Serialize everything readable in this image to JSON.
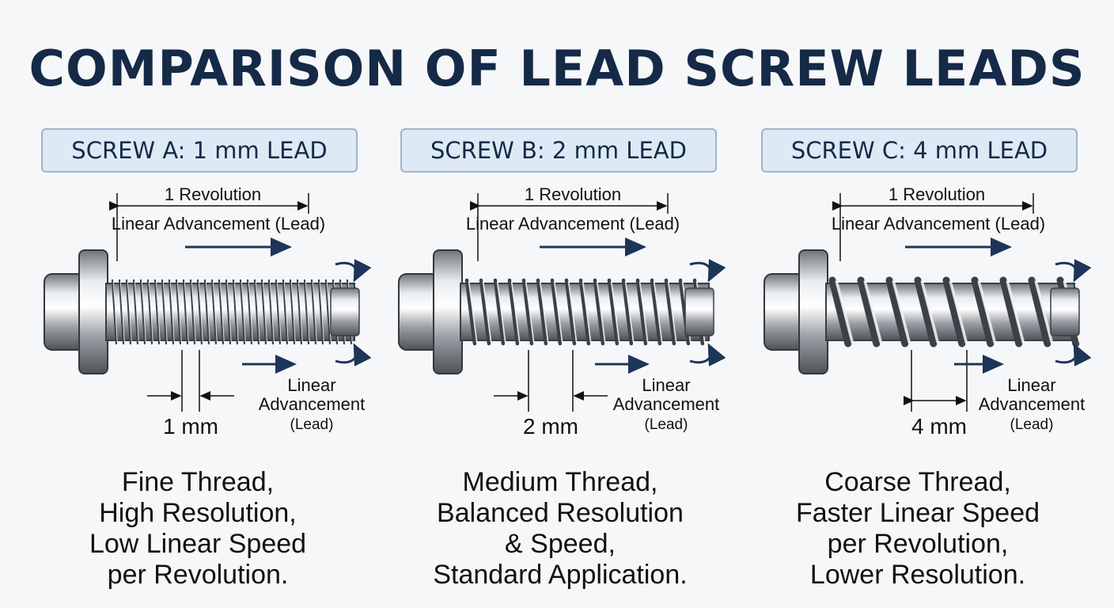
{
  "title": "COMPARISON OF LEAD SCREW LEADS",
  "screws": [
    {
      "label": "SCREW A: 1 mm LEAD",
      "revolution": "1 Revolution",
      "advancement": "Linear Advancement (Lead)",
      "lead_value": "1 mm",
      "lead_mm": 1,
      "lower_label": [
        "Linear",
        "Advancement",
        "(Lead)"
      ],
      "description": [
        "Fine Thread,",
        "High Resolution,",
        "Low Linear Speed",
        "per Revolution."
      ]
    },
    {
      "label": "SCREW B: 2 mm LEAD",
      "revolution": "1 Revolution",
      "advancement": "Linear Advancement (Lead)",
      "lead_value": "2 mm",
      "lead_mm": 2,
      "lower_label": [
        "Linear",
        "Advancement",
        "(Lead)"
      ],
      "description": [
        "Medium Thread,",
        "Balanced Resolution",
        "& Speed,",
        "Standard Application."
      ]
    },
    {
      "label": "SCREW C: 4 mm LEAD",
      "revolution": "1 Revolution",
      "advancement": "Linear Advancement (Lead)",
      "lead_value": "4 mm",
      "lead_mm": 4,
      "lower_label": [
        "Linear",
        "Advancement",
        "(Lead)"
      ],
      "description": [
        "Coarse Thread,",
        "Faster Linear Speed",
        "per Revolution,",
        "Lower Resolution."
      ]
    }
  ],
  "colors": {
    "title": "#142a47",
    "label_bg": "#dde9f5",
    "label_border": "#9fb3c8",
    "arrow": "#1d3557"
  }
}
